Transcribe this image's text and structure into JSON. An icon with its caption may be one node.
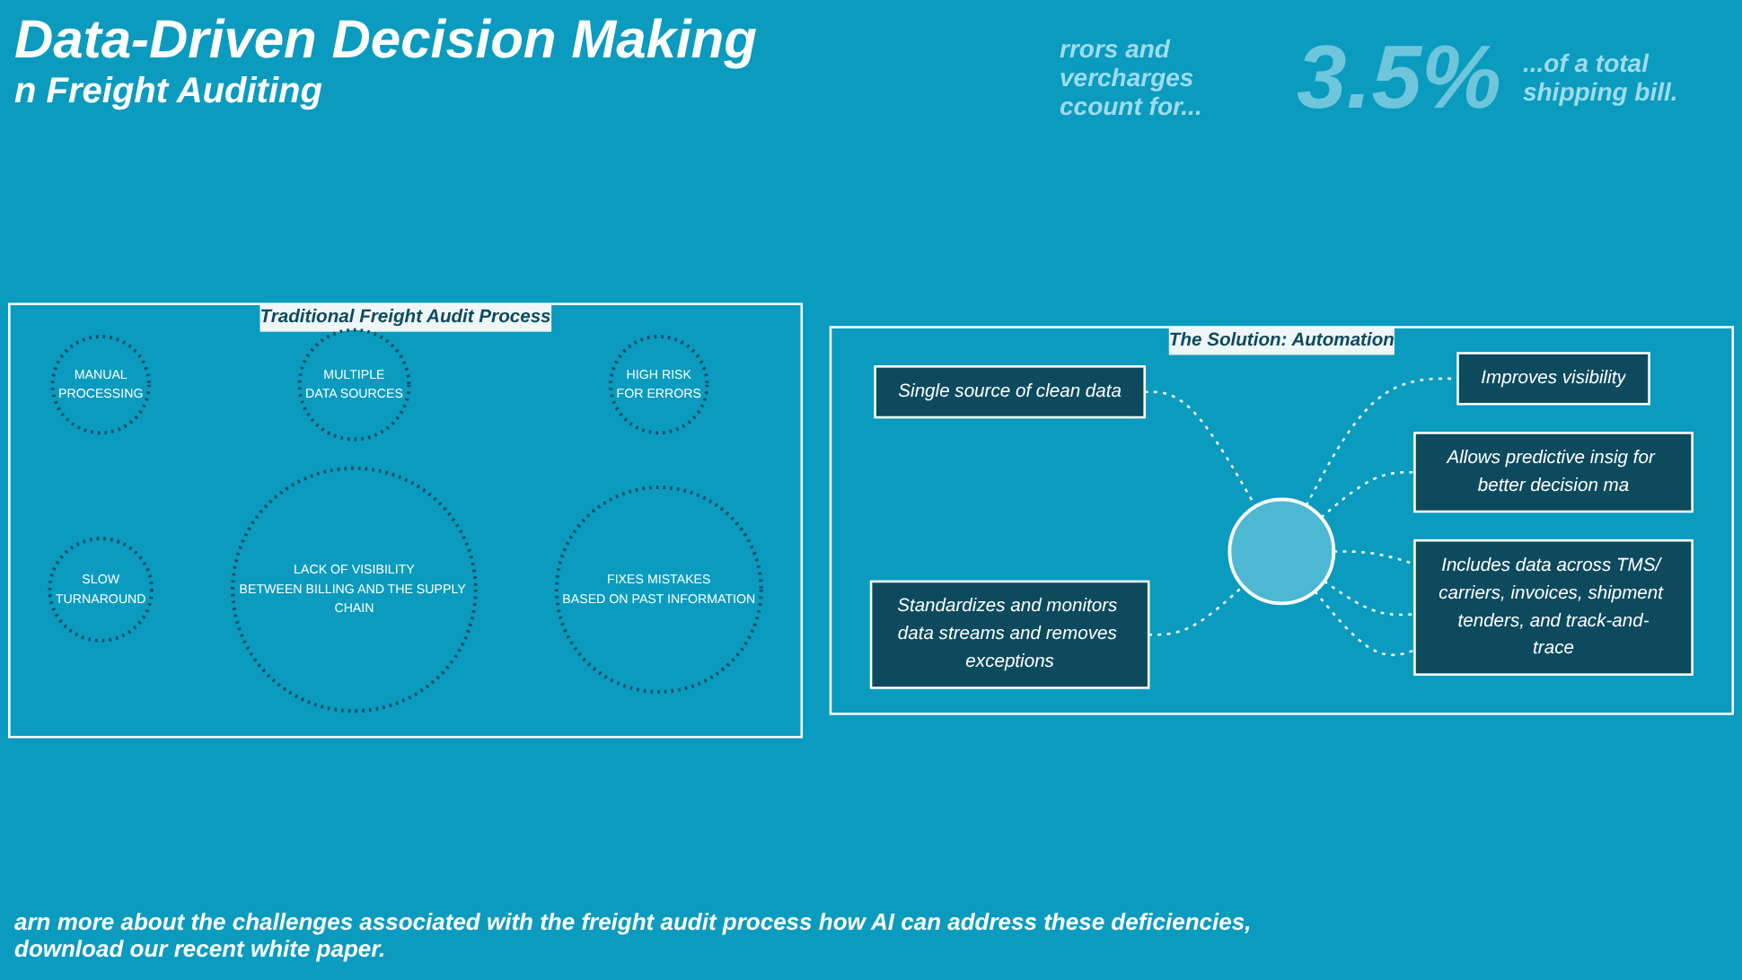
{
  "diagram": {
    "title": "Data-Driven Decision Making",
    "nodes": [
      {
        "text": [
          "Traditional Freight Audit Process"
        ]
      },
      {
        "text": [
          "MANUAL",
          "PROCESSING"
        ],
        "in": 0
      },
      {
        "text": [
          "MULTIPLE",
          "DATA SOURCES"
        ],
        "in": 0
      },
      {
        "text": [
          "HIGH RISK",
          "FOR ERRORS"
        ],
        "in": 0
      },
      {
        "text": [
          "SLOW",
          "TURNAROUND"
        ],
        "in": 0
      },
      {
        "text": [
          "LACK OF VISIBILITY",
          "BETWEEN BILLING AND THE SUPPLY CHAIN"
        ],
        "in": 0
      },
      {
        "text": [
          "FIXES MISTAKES",
          "BASED ON PAST INFORMATION"
        ],
        "in": 0
      },
      {
        "text": [
          "The Solution: Automation"
        ]
      },
      {
        "text": [
          "Single source of clean data"
        ],
        "in": 7
      },
      {
        "text": [
          "Improves visibility"
        ],
        "in": 7
      },
      {
        "text": [
          "Standardizes and monitors data streams and removes exceptions"
        ],
        "in": 7
      },
      {
        "text": [],
        "shape": "circle",
        "in": 7
      },
      {
        "text": [
          "Allows predictive insig for better decision ma"
        ],
        "in": 7
      },
      {
        "text": [
          "Includes data across TMS/ carriers, invoices, shipment tenders, and track-and-trace"
        ],
        "in": 7
      }
    ],
    "edges": [
      {
        "from": 8,
        "to": 11,
        "arrow": "none",
        "style": "dashed"
      },
      {
        "from": 10,
        "to": 11,
        "arrow": "none",
        "style": "dashed"
      },
      {
        "from": 11,
        "to": 9,
        "arrow": "none",
        "style": "dashed"
      },
      {
        "from": 11,
        "to": 12,
        "arrow": "none",
        "style": "dashed"
      },
      {
        "from": 11,
        "to": 13,
        "arrow": "none",
        "style": "dashed"
      },
      {
        "from": 11,
        "to": 13,
        "arrow": "none",
        "style": "dashed"
      },
      {
        "from": 11,
        "to": 13,
        "arrow": "none",
        "style": "dashed"
      }
    ],
    "labels": [
      "n Freight Auditing",
      "rrors and vercharges ccount for...",
      "3.5%",
      "...of a total shipping bill."
    ],
    "caption": "arn more about the challenges associated with the freight audit process how AI can address these deficiencies, download our recent white paper."
  }
}
